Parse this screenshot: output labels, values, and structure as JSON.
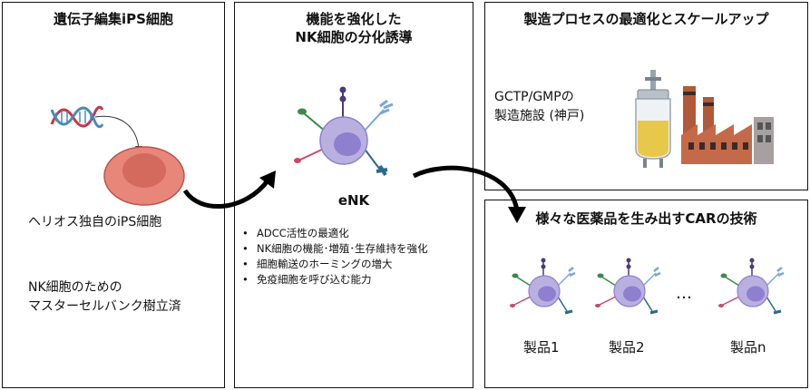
{
  "panel1": {
    "title": "遺伝子編集iPS細胞",
    "label1": "ヘリオス独自のiPS細胞",
    "label2_line1": "NK細胞のための",
    "label2_line2": "マスターセルバンク樹立済"
  },
  "panel2": {
    "title_line1": "機能を強化した",
    "title_line2": "NK細胞の分化誘導",
    "cell_label": "eNK",
    "bullets": [
      "ADCC活性の最適化",
      "NK細胞の機能･増殖･生存維持を強化",
      "細胞輸送のホーミングの増大",
      "免疫細胞を呼び込む能力"
    ]
  },
  "panel3": {
    "title": "製造プロセスの最適化とスケールアップ",
    "facility_line1": "GCTP/GMPの",
    "facility_line2": "製造施設 (神戸)"
  },
  "panel4": {
    "title": "様々な医薬品を生み出すCARの技術",
    "products": [
      "製品1",
      "製品2",
      "製品n"
    ],
    "ellipsis": "…"
  },
  "colors": {
    "cell_body": "#b9b0e0",
    "cell_nucleus": "#8e7fcf",
    "ipsc_outer": "#e8867a",
    "ipsc_inner": "#d46a5e",
    "dna_red": "#c8354a",
    "dna_blue": "#4a8ab8",
    "receptor_purple": "#4a3a7a",
    "receptor_green": "#3a8a4a",
    "receptor_pink": "#c84a6a",
    "receptor_teal": "#2a6a8a",
    "receptor_lightblue": "#7aa8d8",
    "factory_brick": "#b05a3a",
    "factory_dark": "#3a2a2a"
  }
}
